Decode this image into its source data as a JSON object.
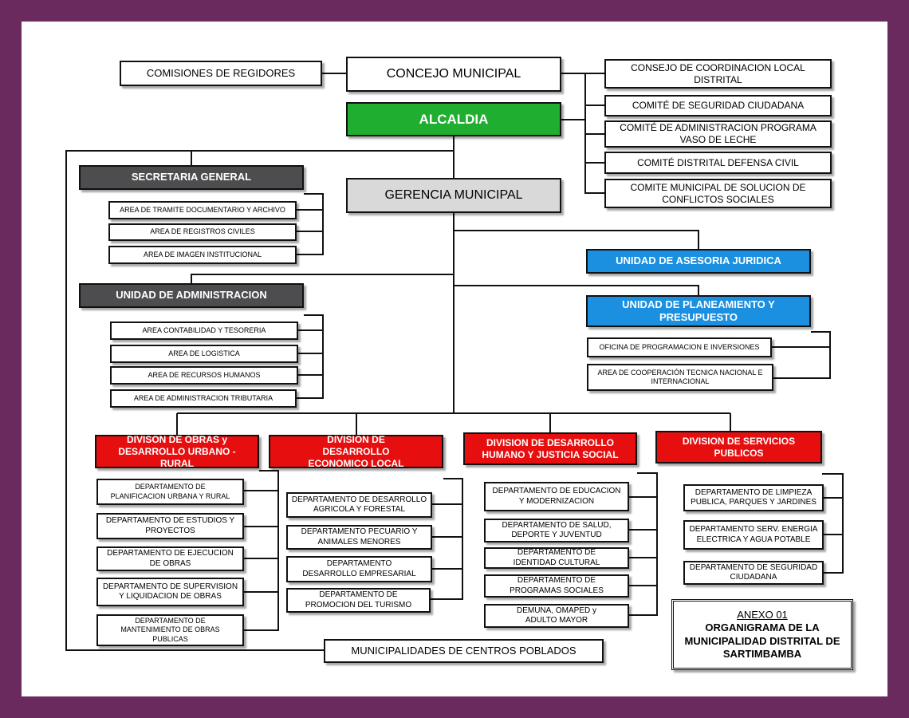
{
  "top": {
    "comisiones": "COMISIONES DE REGIDORES",
    "concejo": "CONCEJO MUNICIPAL",
    "alcaldia": "ALCALDIA",
    "gerencia": "GERENCIA MUNICIPAL"
  },
  "councils": [
    "CONSEJO DE COORDINACION LOCAL DISTRITAL",
    "COMITÉ DE SEGURIDAD CIUDADANA",
    "COMITÉ DE ADMINISTRACION PROGRAMA VASO DE LECHE",
    "COMITÉ DISTRITAL DEFENSA CIVIL",
    "COMITE MUNICIPAL DE SOLUCION DE CONFLICTOS SOCIALES"
  ],
  "secretaria": {
    "title": "SECRETARIA GENERAL",
    "items": [
      "AREA DE TRAMITE DOCUMENTARIO Y ARCHIVO",
      "AREA DE REGISTROS CIVILES",
      "AREA DE IMAGEN INSTITUCIONAL"
    ]
  },
  "administracion": {
    "title": "UNIDAD DE ADMINISTRACION",
    "items": [
      "AREA  CONTABILIDAD Y TESORERIA",
      "AREA DE LOGISTICA",
      "AREA DE RECURSOS HUMANOS",
      "AREA DE ADMINISTRACION TRIBUTARIA"
    ]
  },
  "asesoria": "UNIDAD DE ASESORIA JURIDICA",
  "planeamiento": {
    "title": "UNIDAD DE PLANEAMIENTO Y PRESUPUESTO",
    "items": [
      "OFICINA DE PROGRAMACION E INVERSIONES",
      "AREA DE COOPERACIÓN TECNICA NACIONAL E INTERNACIONAL"
    ]
  },
  "divisions": [
    {
      "title": "DIVISON  DE OBRAS y DESARROLLO URBANO - RURAL",
      "items": [
        "DEPARTAMENTO DE PLANIFICACION URBANA Y RURAL",
        "DEPARTAMENTO  DE ESTUDIOS Y PROYECTOS",
        "DEPARTAMENTO DE EJECUCION DE OBRAS",
        "DEPARTAMENTO DE SUPERVISION Y LIQUIDACION DE OBRAS",
        "DEPARTAMENTO DE MANTENIMIENTO DE OBRAS PUBLICAS"
      ]
    },
    {
      "title": "DIVISION DE DESARROLLO ECONOMICO LOCAL",
      "items": [
        "DEPARTAMENTO DE DESARROLLO AGRICOLA Y FORESTAL",
        "DEPARTAMENTO PECUARIO Y ANIMALES MENORES",
        "DEPARTAMENTO DESARROLLO EMPRESARIAL",
        "DEPARTAMENTO  DE PROMOCION DEL TURISMO"
      ]
    },
    {
      "title": "DIVISION DE DESARROLLO HUMANO Y JUSTICIA SOCIAL",
      "items": [
        "DEPARTAMENTO DE EDUCACION Y MODERNIZACION",
        "DEPARTAMENTO DE SALUD, DEPORTE Y JUVENTUD",
        "DEPARTAMENTO DE IDENTIDAD CULTURAL",
        "DEPARTAMENTO DE  PROGRAMAS SOCIALES",
        "DEMUNA, OMAPED y ADULTO MAYOR"
      ]
    },
    {
      "title": "DIVISION DE SERVICIOS PUBLICOS",
      "items": [
        "DEPARTAMENTO DE LIMPIEZA PUBLICA, PARQUES Y JARDINES",
        "DEPARTAMENTO SERV. ENERGIA ELECTRICA Y AGUA POTABLE",
        "DEPARTAMENTO DE SEGURIDAD CIUDADANA"
      ]
    }
  ],
  "centros": "MUNICIPALIDADES DE CENTROS POBLADOS",
  "annex": {
    "label": "ANEXO 01",
    "title": "ORGANIGRAMA DE LA MUNICIPALIDAD DISTRITAL DE SARTIMBAMBA"
  },
  "colors": {
    "frame": "#6b2a5e",
    "alcaldia": "#1fae2f",
    "secretaria": "#4d4d4f",
    "gerencia": "#d9d9d9",
    "unidad_blue": "#1b8fe0",
    "division_red": "#e60e0e"
  }
}
